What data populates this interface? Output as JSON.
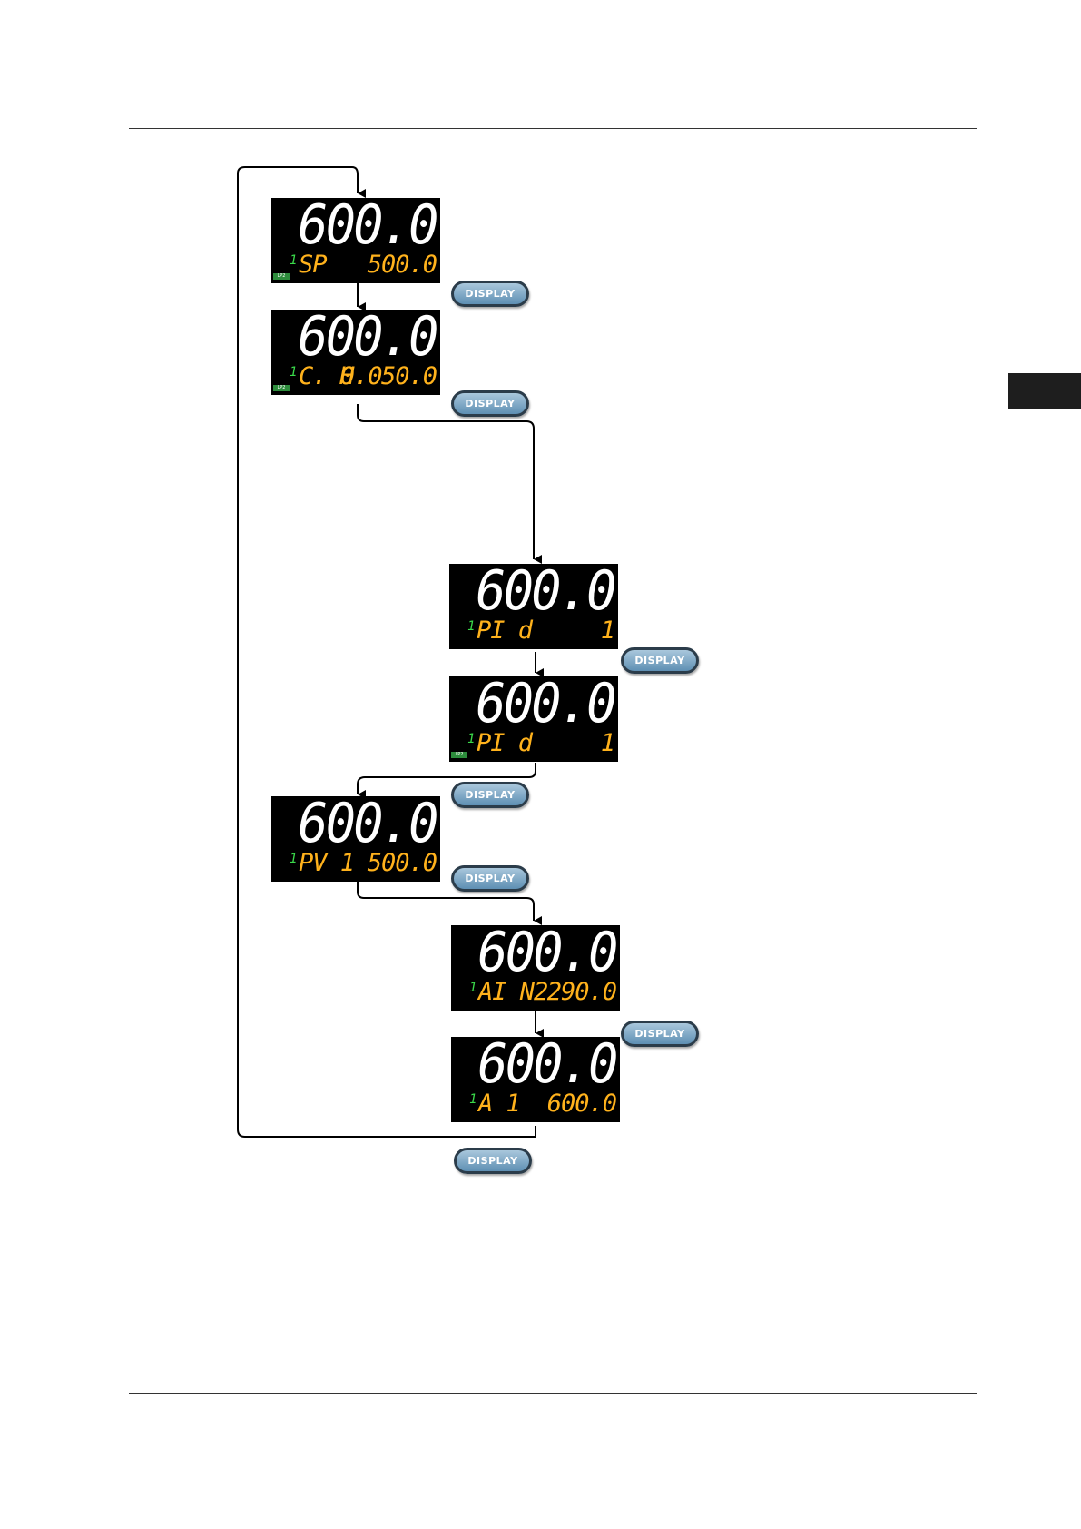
{
  "button_label": "DISPLAY",
  "colors": {
    "pv_text": "#ffffff",
    "param_text": "#ffb21c",
    "loop_indicator": "#3ad94a",
    "lcd_background": "#000000",
    "button_fill": "#6f9cbf"
  },
  "screens": [
    {
      "pv": "600.0",
      "loop": "1",
      "param": "SP",
      "value": "500.0",
      "badge": "LP2"
    },
    {
      "pv": "600.0",
      "loop": "1",
      "param": "C. 0.0",
      "value": "H. 50.0",
      "badge": "LP2"
    },
    {
      "pv": "600.0",
      "loop": "1",
      "param": "PI d",
      "value": "1",
      "badge": ""
    },
    {
      "pv": "600.0",
      "loop": "1",
      "param": "PI d",
      "value": "1",
      "badge": "LP2"
    },
    {
      "pv": "600.0",
      "loop": "1",
      "param": "PV 1",
      "value": "500.0",
      "badge": ""
    },
    {
      "pv": "600.0",
      "loop": "1",
      "param": "AI N2",
      "value": "290.0",
      "badge": ""
    },
    {
      "pv": "600.0",
      "loop": "1",
      "param": "A 1",
      "value": "600.0",
      "badge": ""
    }
  ]
}
